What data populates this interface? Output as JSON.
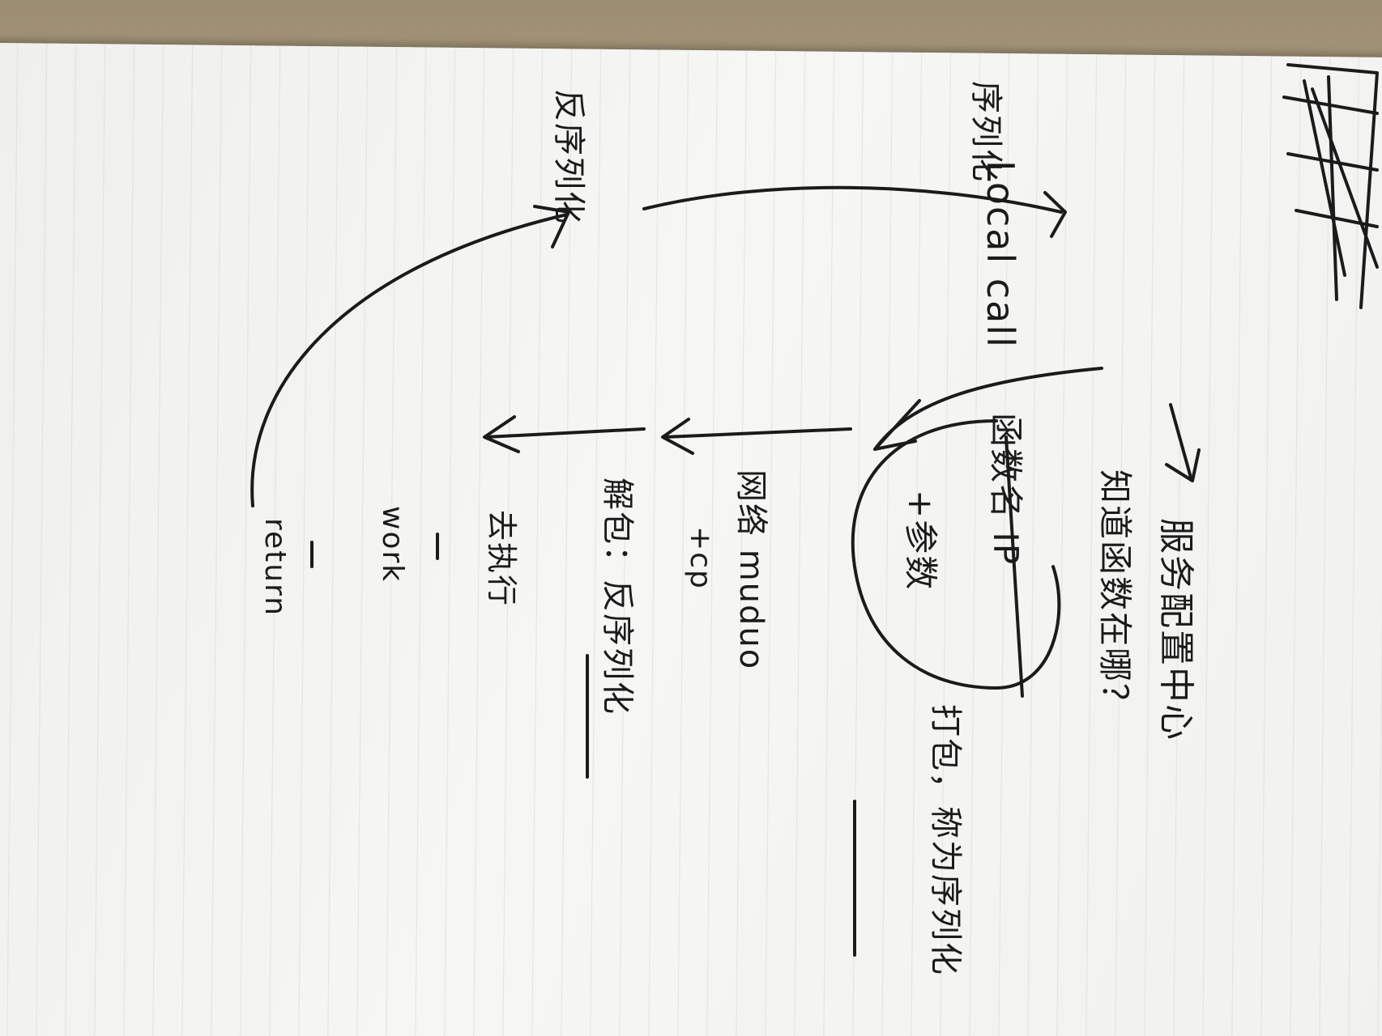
{
  "photo": {
    "subject": "handwritten RPC call-flow sketch on lined notebook paper, written sideways",
    "paper_color": "#f3f3f1",
    "ink_color": "#1b1b1b",
    "background_color": "#b8a98c"
  },
  "notes": {
    "top_left_word": "序列化",
    "top_left_word_2": "反序列化",
    "local_call": "Local call",
    "service_center": "服务配置中心",
    "where_is_function": "知道函数在哪？",
    "function_name_ip": "函数名 IP",
    "plus_params": "+参数",
    "pack_serialize": "打包，称为序列化",
    "network": "网络 muduo",
    "tcp": "+cp",
    "unpack": "解包：反序列化",
    "execute": "去执行",
    "work": "work",
    "return_word": "return"
  }
}
